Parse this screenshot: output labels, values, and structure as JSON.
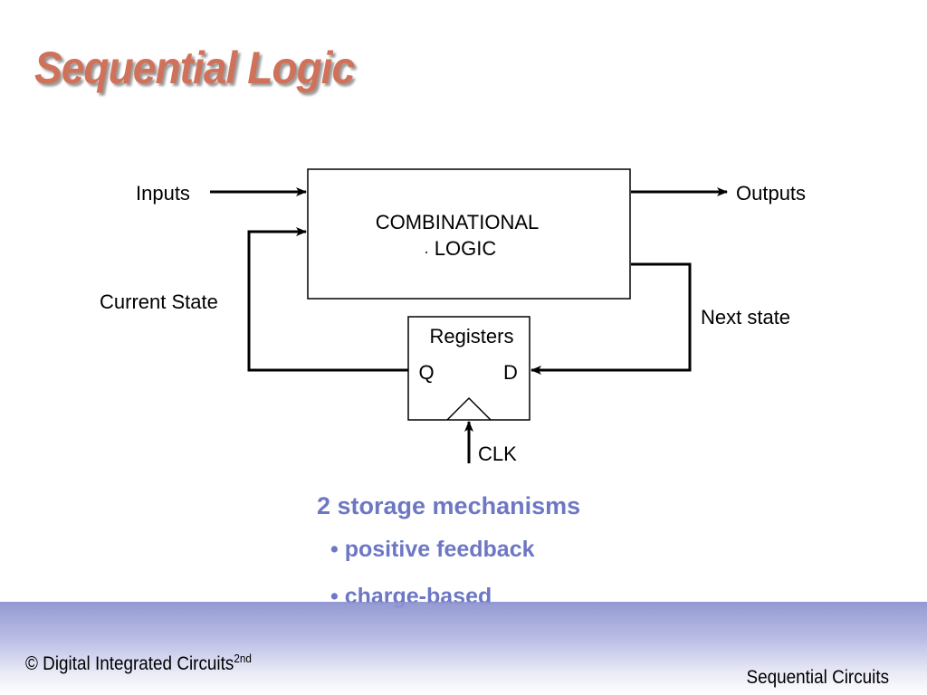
{
  "slide": {
    "title": "Sequential Logic"
  },
  "diagram": {
    "block_line1": "COMBINATIONAL",
    "block_line2": "LOGIC",
    "registers_label": "Registers",
    "q_label": "Q",
    "d_label": "D",
    "clk_label": "CLK",
    "inputs_label": "Inputs",
    "outputs_label": "Outputs",
    "current_state_label": "Current State",
    "next_state_label": "Next state"
  },
  "bullets": {
    "heading": "2 storage mechanisms",
    "item1": "• positive feedback",
    "item2": "• charge-based"
  },
  "footer": {
    "left_text": "© Digital Integrated Circuits",
    "left_superscript": "2nd",
    "right_text": "Sequential Circuits"
  },
  "colors": {
    "title": "#d0715a",
    "bullets": "#6d77c4",
    "footer_band": "#8a90cf"
  }
}
